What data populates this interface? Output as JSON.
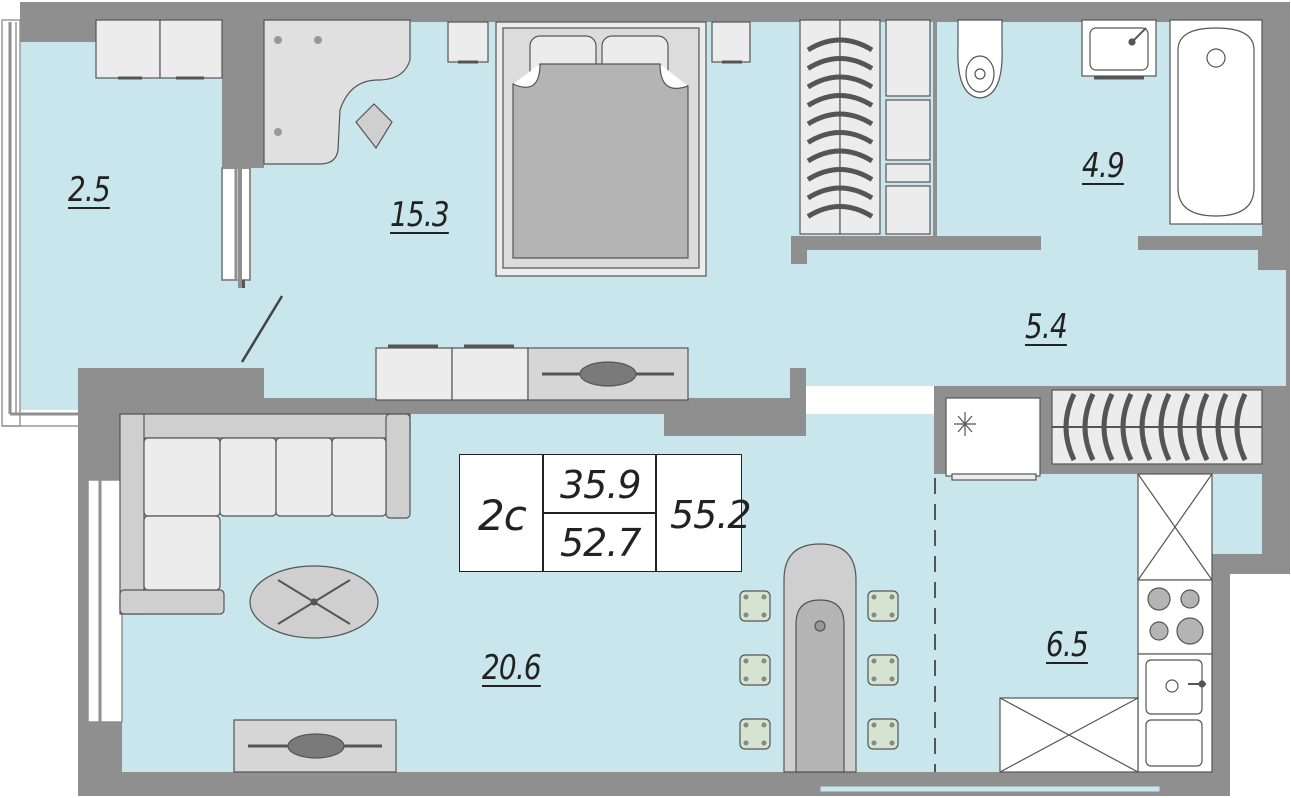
{
  "plan": {
    "colors": {
      "wall": "#8f8f8f",
      "wall_dark": "#7a7a7a",
      "floor": "#c9e6ec",
      "furniture": "#ececec",
      "furniture_dark": "#b4b4b4",
      "furniture_mid": "#cfcfcf",
      "chair_green": "#d4e4d0",
      "line": "#555555"
    },
    "rooms": {
      "balcony": "2.5",
      "bedroom": "15.3",
      "bathroom": "4.9",
      "hallway": "5.4",
      "living_room": "20.6",
      "kitchen": "6.5"
    },
    "apartment": {
      "type": "2с",
      "living_area": "35.9",
      "area_without_balcony": "52.7",
      "total_area": "55.2"
    }
  }
}
